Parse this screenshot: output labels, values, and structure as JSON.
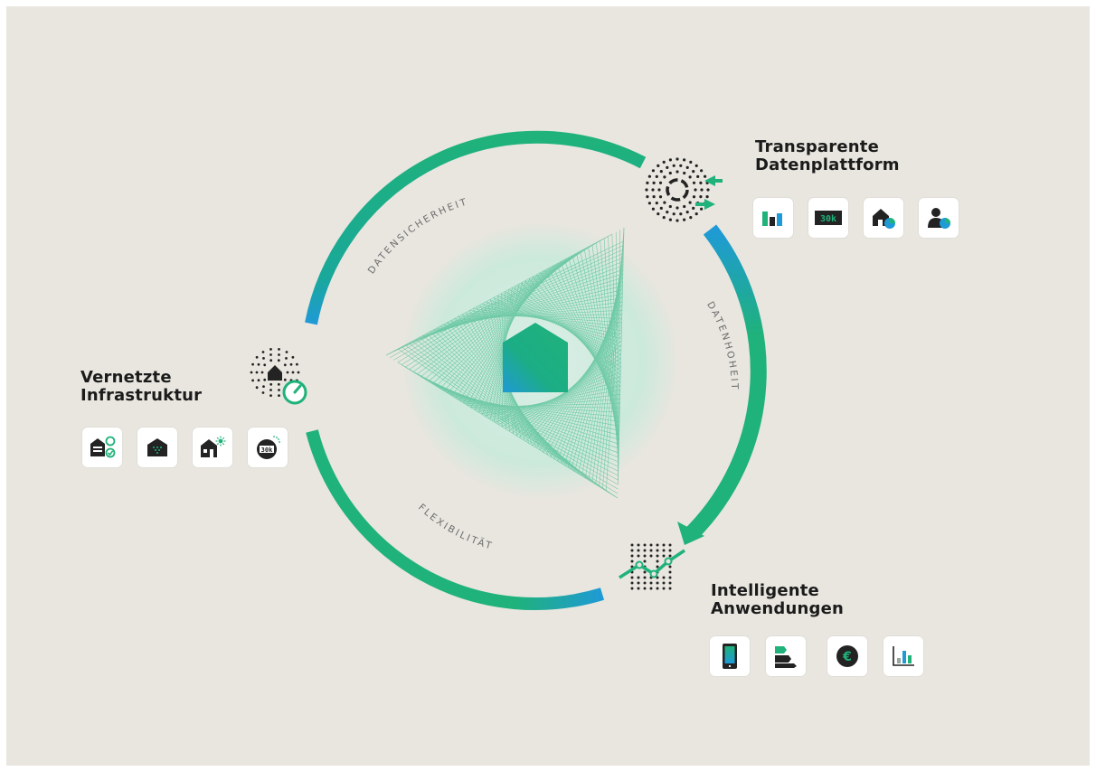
{
  "colors": {
    "background": "#e8e6df",
    "green": "#1fb27a",
    "blue": "#1f9ad6",
    "dark": "#232323"
  },
  "arc_labels": {
    "security": "DATENSICHERHEIT",
    "sovereignty": "DATENHOHEIT",
    "flexibility": "FLEXIBILITÄT"
  },
  "groups": {
    "platform": {
      "title_line1": "Transparente",
      "title_line2": "Datenplattform",
      "hub_icon": "dotted-ring-arrows-icon",
      "icons": [
        "bar-chart-icon",
        "counter-display-icon",
        "house-pie-icon",
        "person-pie-icon"
      ],
      "counter_text": "30k"
    },
    "infrastructure": {
      "title_line1": "Vernetzte",
      "title_line2": "Infrastruktur",
      "hub_icon": "house-gauge-icon",
      "icons": [
        "building-switch-icon",
        "house-grid-icon",
        "house-sun-icon",
        "meter-display-icon"
      ],
      "counter_text": "30k"
    },
    "applications": {
      "title_line1": "Intelligente",
      "title_line2": "Anwendungen",
      "hub_icon": "dot-matrix-trend-icon",
      "icons": [
        "mobile-phone-icon",
        "energy-label-icon",
        "euro-coin-icon",
        "bar-graph-icon"
      ]
    }
  },
  "center_icon": "house-icon"
}
